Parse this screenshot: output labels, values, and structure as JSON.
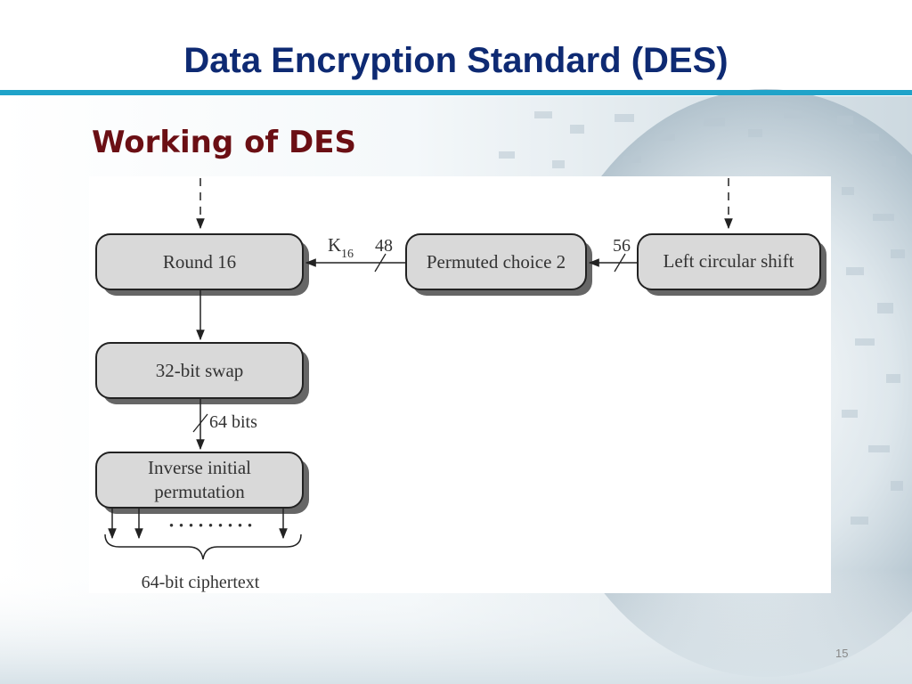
{
  "slide": {
    "title": "Data Encryption Standard (DES)",
    "subtitle": "Working of DES",
    "page_number": "15",
    "colors": {
      "title": "#0e2a73",
      "subtitle": "#6b0f14",
      "rule": "#1fa3c9",
      "box_fill": "#d9d9d9",
      "box_stroke": "#222222"
    }
  },
  "diagram": {
    "boxes": {
      "round16": "Round 16",
      "pc2": "Permuted choice 2",
      "lcs": "Left circular shift",
      "swap": "32-bit swap",
      "iip_line1": "Inverse initial",
      "iip_line2": "permutation"
    },
    "labels": {
      "k": "K",
      "k_sub": "16",
      "bits48": "48",
      "bits56": "56",
      "bits64": "64 bits",
      "ciphertext": "64-bit ciphertext",
      "dots": "• • • • • • • • •"
    }
  }
}
